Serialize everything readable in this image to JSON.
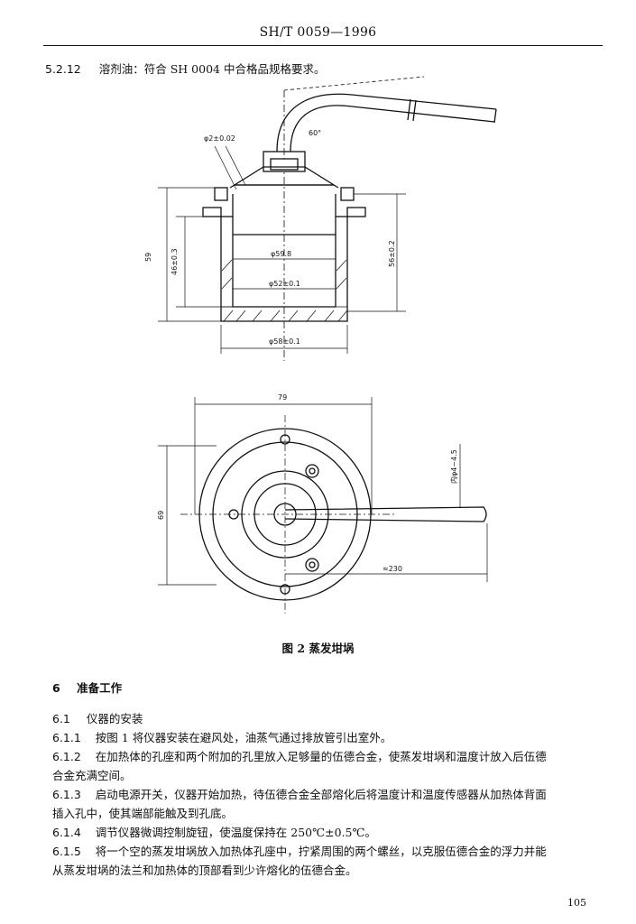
{
  "header": {
    "title": "SH/T 0059—1996"
  },
  "clause_5_2_12": {
    "number": "5.2.12",
    "text": "溶剂油：符合 SH 0004 中合格品规格要求。"
  },
  "figure": {
    "caption": "图 2  蒸发坩埚",
    "dims_side": {
      "hole_dia": "φ2±0.02",
      "angle": "60°",
      "inner_dia_top": "φ59.8",
      "inner_dia_bottom": "φ52±0.1",
      "outer_dia": "φ58±0.1",
      "height_left": "59",
      "depth": "46±0.3",
      "height_right": "56±0.2"
    },
    "dims_top": {
      "width": "79",
      "height": "69",
      "pipe_length": "≈230",
      "pipe_dia": "内φ4~4.5"
    }
  },
  "section6": {
    "number": "6",
    "title": "准备工作"
  },
  "clause_6_1": {
    "number": "6.1",
    "text": "仪器的安装"
  },
  "clause_6_1_1": {
    "number": "6.1.1",
    "text": "按图 1 将仪器安装在避风处，油蒸气通过排放管引出室外。"
  },
  "clause_6_1_2": {
    "number": "6.1.2",
    "line1": "在加热体的孔座和两个附加的孔里放入足够量的伍德合金，使蒸发坩埚和温度计放入后伍德",
    "line2": "合金充满空间。"
  },
  "clause_6_1_3": {
    "number": "6.1.3",
    "line1": "启动电源开关，仪器开始加热，待伍德合金全部熔化后将温度计和温度传感器从加热体背面",
    "line2": "插入孔中，使其端部能触及到孔底。"
  },
  "clause_6_1_4": {
    "number": "6.1.4",
    "text": "调节仪器微调控制旋钮，使温度保持在 250℃±0.5℃。"
  },
  "clause_6_1_5": {
    "number": "6.1.5",
    "line1": "将一个空的蒸发坩埚放入加热体孔座中，拧紧周围的两个螺丝，以克服伍德合金的浮力并能",
    "line2": "从蒸发坩埚的法兰和加热体的顶部看到少许熔化的伍德合金。"
  },
  "footer": {
    "page": "105"
  }
}
